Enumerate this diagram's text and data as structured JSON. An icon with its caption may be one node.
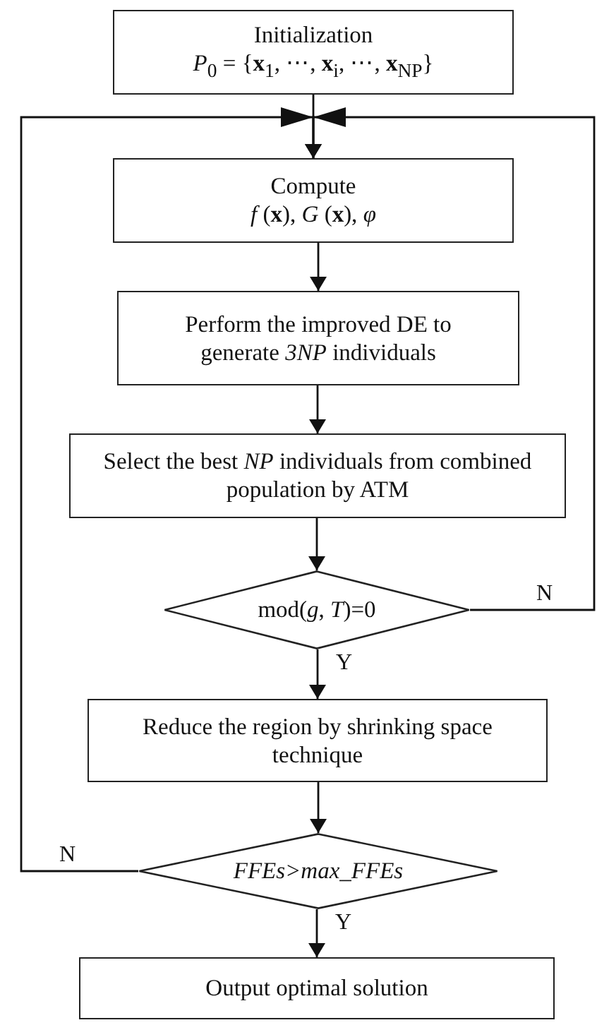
{
  "diagram": {
    "nodes": [
      {
        "text": [
          "Initialization",
          "*P*$_{0}$ = {**x**$_{1}$, ⋯, **x**$_{i}$, ⋯, **x**$_{NP}$}"
        ]
      },
      {
        "text": [
          "Compute",
          "*f* (**x**), *G* (**x**), *φ*"
        ]
      },
      {
        "text": [
          "Perform the improved DE to generate *3NP* individuals"
        ]
      },
      {
        "text": [
          "Select the best *NP* individuals from combined population by ATM"
        ]
      },
      {
        "text": [
          "mod(*g*, *T*)=0"
        ]
      },
      {
        "text": [
          "Reduce the region by shrinking space technique"
        ]
      },
      {
        "text": [
          "FFEs>max_FFEs"
        ]
      },
      {
        "text": [
          "Output optimal solution"
        ]
      }
    ],
    "edges": [
      {
        "from": 0,
        "to": 1,
        "arrow": "to"
      },
      {
        "from": 1,
        "to": 2,
        "arrow": "to"
      },
      {
        "from": 2,
        "to": 3,
        "arrow": "to"
      },
      {
        "from": 3,
        "to": 4,
        "arrow": "to"
      },
      {
        "from": 4,
        "to": 5,
        "arrow": "to",
        "label": "Y"
      },
      {
        "from": 5,
        "to": 6,
        "arrow": "to"
      },
      {
        "from": 6,
        "to": 7,
        "arrow": "to",
        "label": "Y"
      },
      {
        "from": 4,
        "to": 1,
        "arrow": "to",
        "label": "N"
      },
      {
        "from": 6,
        "to": 1,
        "arrow": "to",
        "label": "N"
      }
    ]
  }
}
